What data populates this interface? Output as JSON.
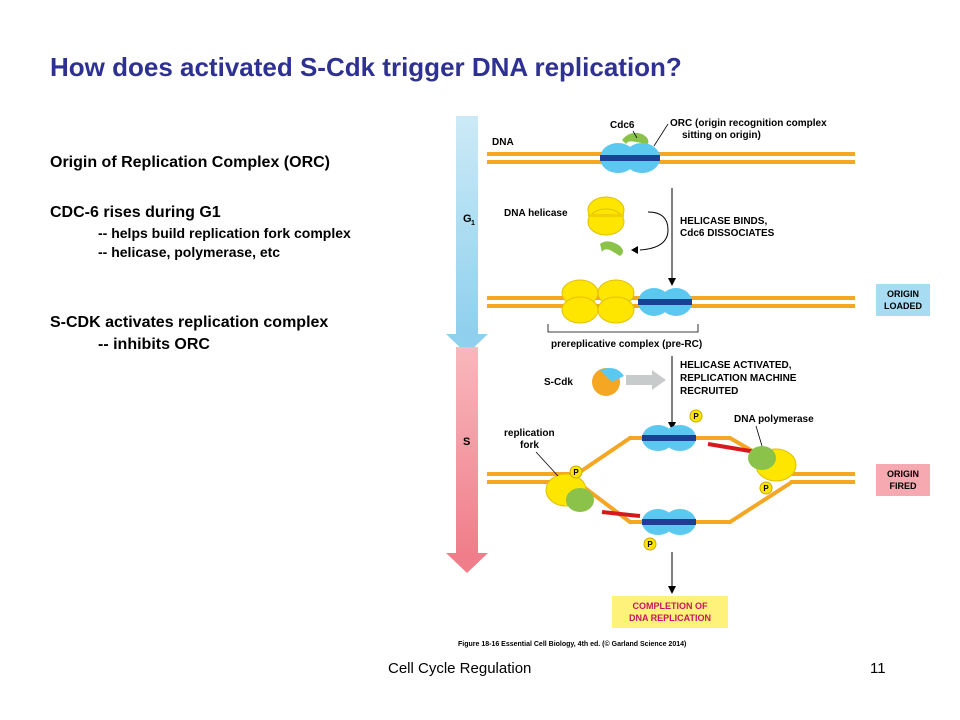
{
  "slide": {
    "title": "How does activated S-Cdk trigger DNA replication?",
    "bullets": [
      {
        "text": "Origin of Replication Complex (ORC)"
      },
      {
        "text": "CDC-6 rises during G1",
        "subs": [
          "-- helps build replication fork complex",
          "-- helicase, polymerase, etc"
        ]
      },
      {
        "text": "S-CDK activates replication complex",
        "subs": [
          "-- inhibits ORC"
        ]
      }
    ],
    "footer_left": "Cell Cycle Regulation",
    "page_number": "11"
  },
  "figure": {
    "phase_g1": "G",
    "phase_g1_sub": "1",
    "phase_s": "S",
    "label_cdc6": "Cdc6",
    "label_orc_line1": "ORC (origin recognition complex",
    "label_orc_line2": "sitting on origin)",
    "label_dna": "DNA",
    "label_helicase": "DNA helicase",
    "step1_line1": "HELICASE BINDS,",
    "step1_line2": "Cdc6 DISSOCIATES",
    "badge_loaded_line1": "ORIGIN",
    "badge_loaded_line2": "LOADED",
    "label_prerc": "prereplicative complex (pre-RC)",
    "label_scdk": "S-Cdk",
    "step2_line1": "HELICASE ACTIVATED,",
    "step2_line2": "REPLICATION MACHINE",
    "step2_line3": "RECRUITED",
    "label_fork_line1": "replication",
    "label_fork_line2": "fork",
    "label_polymerase": "DNA polymerase",
    "badge_fired_line1": "ORIGIN",
    "badge_fired_line2": "FIRED",
    "final_line1": "COMPLETION OF",
    "final_line2": "DNA REPLICATION",
    "phospho": "P",
    "caption": "Figure 18-16 Essential Cell Biology, 4th ed. (© Garland Science 2014)"
  }
}
